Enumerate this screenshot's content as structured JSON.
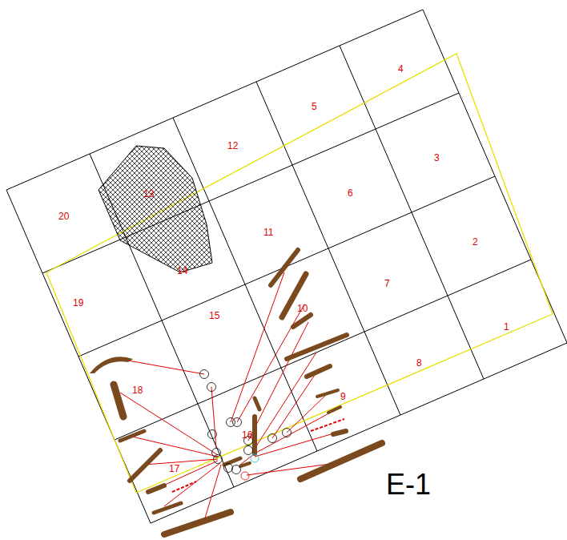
{
  "diagram": {
    "labels": [
      "4",
      "5",
      "12",
      "13",
      "20",
      "3",
      "6",
      "11",
      "14",
      "19",
      "2",
      "7",
      "10",
      "15",
      "1",
      "8",
      "9",
      "18",
      "16",
      "17",
      "E-1"
    ]
  }
}
